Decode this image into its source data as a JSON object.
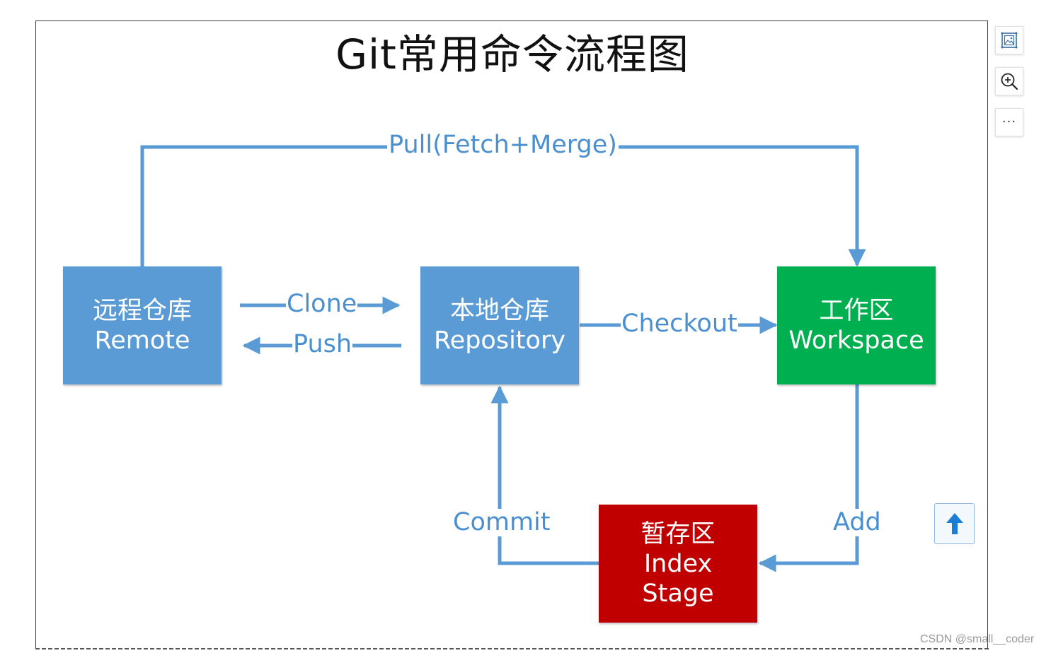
{
  "diagram": {
    "title": "Git常用命令流程图",
    "nodes": {
      "remote": {
        "line1": "远程仓库",
        "line2": "Remote",
        "color": "#5b9bd5"
      },
      "repository": {
        "line1": "本地仓库",
        "line2": "Repository",
        "color": "#5b9bd5"
      },
      "workspace": {
        "line1": "工作区",
        "line2": "Workspace",
        "color": "#00b050"
      },
      "index": {
        "line1": "暂存区",
        "line2": "Index",
        "line3": "Stage",
        "color": "#c00000"
      }
    },
    "edges": {
      "pull": "Pull(Fetch+Merge)",
      "clone": "Clone",
      "push": "Push",
      "checkout": "Checkout",
      "add": "Add",
      "commit": "Commit"
    },
    "arrow_color": "#5b9bd5"
  },
  "toolbar": {
    "icons": [
      "image-icon",
      "zoom-in-icon",
      "more-icon"
    ],
    "more_label": "···"
  },
  "back_to_top": {
    "icon": "arrow-up-icon"
  },
  "watermark": "CSDN @small__coder"
}
